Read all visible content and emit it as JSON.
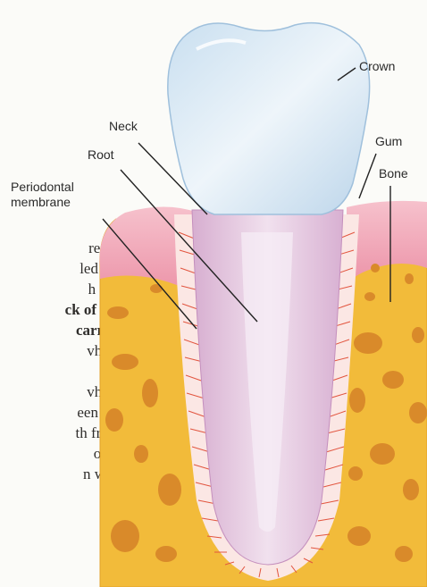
{
  "labels": {
    "crown": "Crown",
    "neck": "Neck",
    "root": "Root",
    "gum": "Gum",
    "bone": "Bone",
    "periodontal_line1": "Periodontal",
    "periodontal_line2": "membrane"
  },
  "body_text": {
    "lines": [
      "re. In",
      "led the",
      "h can",
      "ck of the",
      "carries",
      "vhich",
      "",
      "vhich",
      "een the",
      "th from",
      "ooth",
      "n why"
    ]
  },
  "colors": {
    "bone": "#f2bb3a",
    "bone_spots": "#d98a2a",
    "gum": "#f0a3b4",
    "tooth_crown": "#dbe9f3",
    "root": "#e4c4dd",
    "membrane_lines": "#e2553f"
  }
}
